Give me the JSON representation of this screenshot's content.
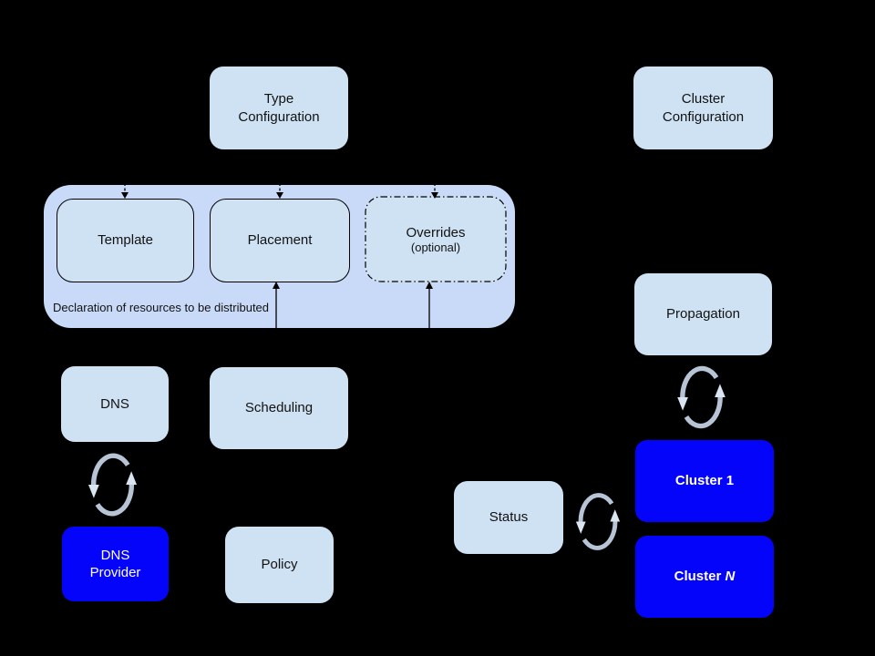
{
  "colors": {
    "bg": "#000000",
    "box_light": "#cfe2f3",
    "box_container": "#c9daf8",
    "box_blue": "#0404fb",
    "text_dark": "#121212",
    "text_light": "#ffffff",
    "line": "#000000",
    "sync_arc": "#b6c4d5",
    "sync_head": "#d9e5f1"
  },
  "icons": {
    "sync": "circular-sync-arrows"
  },
  "nodes": {
    "type_config": "Type\nConfiguration",
    "cluster_config": "Cluster\nConfiguration",
    "template": "Template",
    "placement": "Placement",
    "overrides_title": "Overrides",
    "overrides_sub": "(optional)",
    "container_caption": "Declaration of resources to be distributed",
    "dns": "DNS",
    "scheduling": "Scheduling",
    "propagation": "Propagation",
    "dns_provider": "DNS\nProvider",
    "policy": "Policy",
    "status": "Status",
    "cluster_1": "Cluster 1",
    "cluster_n_prefix": "Cluster",
    "cluster_n_suffix": "N"
  }
}
